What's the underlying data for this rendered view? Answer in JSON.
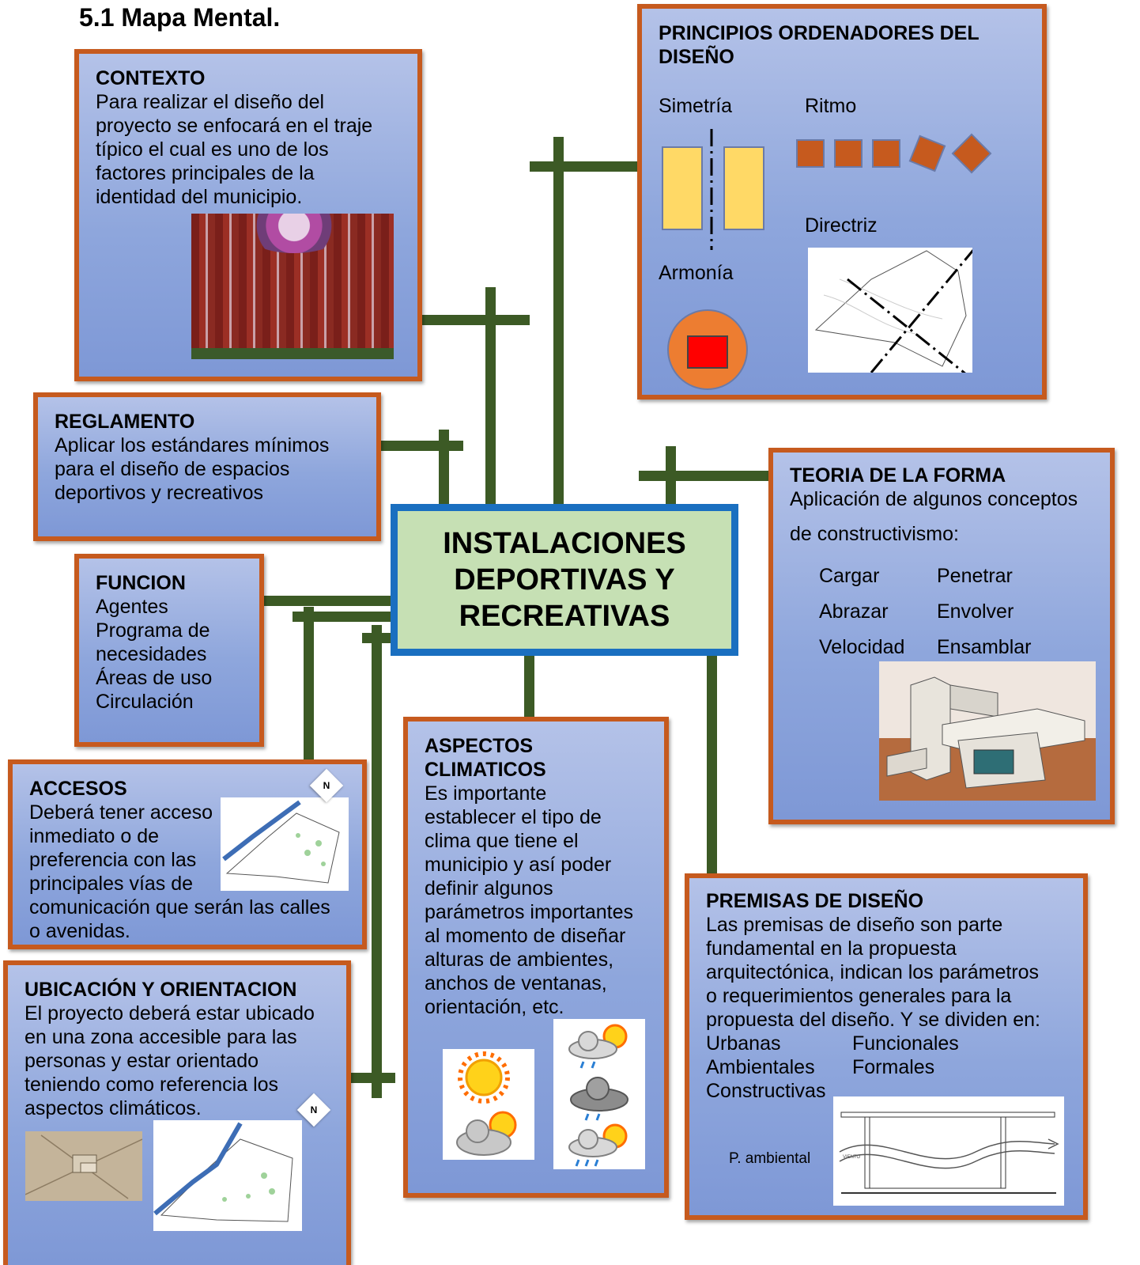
{
  "title": "5.1 Mapa Mental.",
  "center": {
    "line1": "INSTALACIONES",
    "line2": "DEPORTIVAS Y",
    "line3": "RECREATIVAS"
  },
  "contexto": {
    "heading": "CONTEXTO",
    "lines": [
      "Para realizar el diseño del",
      "proyecto se enfocará en el traje",
      "típico el cual es uno de los",
      "factores principales de la",
      "identidad del municipio."
    ]
  },
  "reglamento": {
    "heading": "REGLAMENTO",
    "lines": [
      "Aplicar los estándares mínimos",
      "para el diseño de espacios",
      "deportivos y recreativos"
    ]
  },
  "funcion": {
    "heading": "FUNCION",
    "items": [
      "Agentes",
      "Programa de",
      "necesidades",
      "Áreas de uso",
      "Circulación"
    ]
  },
  "accesos": {
    "heading": "ACCESOS",
    "lines": [
      "Deberá tener acceso",
      "inmediato o de",
      "preferencia con las",
      "principales vías de",
      "comunicación que serán las calles",
      "o avenidas."
    ]
  },
  "ubicacion": {
    "heading": "UBICACIÓN Y ORIENTACION",
    "lines": [
      "El proyecto deberá estar ubicado",
      "en una zona accesible para las",
      "personas y estar orientado",
      "teniendo como referencia los",
      "aspectos climáticos."
    ]
  },
  "aspectos": {
    "heading_line1": "ASPECTOS",
    "heading_line2": "CLIMATICOS",
    "lines": [
      "Es importante",
      "establecer el tipo de",
      "clima que tiene el",
      "municipio y así poder",
      "definir algunos",
      "parámetros importantes",
      "al momento de diseñar",
      "alturas de ambientes,",
      "anchos de ventanas,",
      "orientación, etc."
    ]
  },
  "principios": {
    "heading_line1": "PRINCIPIOS ORDENADORES DEL",
    "heading_line2": "DISEÑO",
    "simetria": "Simetría",
    "ritmo": "Ritmo",
    "directriz": "Directriz",
    "armonia": "Armonía"
  },
  "teoria": {
    "heading": "TEORIA DE LA FORMA",
    "line1": "Aplicación de algunos conceptos",
    "line2": "de constructivismo:",
    "col1": [
      "Cargar",
      "Abrazar",
      "Velocidad"
    ],
    "col2": [
      "Penetrar",
      "Envolver",
      "Ensamblar"
    ]
  },
  "premisas": {
    "heading": "PREMISAS DE DISEÑO",
    "lines": [
      "Las premisas de diseño son parte",
      "fundamental en la propuesta",
      "arquitectónica, indican los parámetros",
      "o requerimientos generales para la",
      "propuesta del diseño. Y se dividen en:"
    ],
    "col1": [
      "Urbanas",
      "Ambientales",
      "Constructivas"
    ],
    "col2": [
      "Funcionales",
      "Formales"
    ],
    "caption": "P. ambiental"
  },
  "colors": {
    "box_border": "#c65a1e",
    "box_fill": "#8ea6dc",
    "center_border": "#1a6fc0",
    "center_fill": "#c6e0b4",
    "connector": "#3c5a25"
  }
}
